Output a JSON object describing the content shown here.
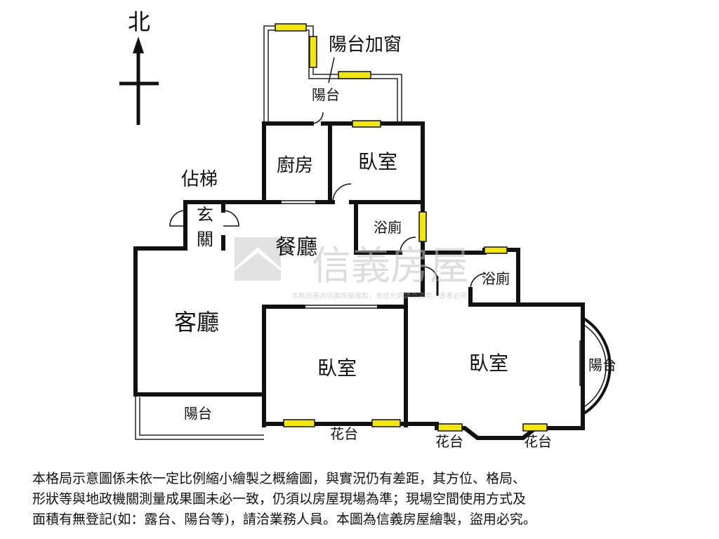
{
  "compass": {
    "north_label": "北"
  },
  "rooms": {
    "balcony_window_label": "陽台加窗",
    "balcony_north": "陽台",
    "kitchen": "廚房",
    "bedroom_north": "臥室",
    "stairs_label": "佔梯",
    "entrance_1": "玄",
    "entrance_2": "關",
    "bathroom_1": "浴廁",
    "dining": "餐廳",
    "bathroom_2": "浴廁",
    "living": "客廳",
    "bedroom_center": "臥室",
    "bedroom_east": "臥室",
    "balcony_east": "陽台",
    "balcony_south": "陽台",
    "planter_1": "花台",
    "planter_2": "花台",
    "planter_3": "花台"
  },
  "watermark": {
    "brand": "信義房屋",
    "notice": "本格局圖為信義房屋繪製，未經允許請勿盜用，違者必究"
  },
  "disclaimer": {
    "line1": "本格局示意圖係未依一定比例縮小繪製之概繪圖，與實況仍有差距，其方位、格局、",
    "line2": "形狀等與地政機關測量成果圖未必一致，仍須以房屋現場為準；現場空間使用方式及",
    "line3": "面積有無登記(如：露台、陽台等)，請洽業務人員。本圖為信義房屋繪製，盜用必究。"
  },
  "colors": {
    "wall": "#111111",
    "window_fill": "#f2e60a",
    "watermark": "#c9c9c9"
  }
}
